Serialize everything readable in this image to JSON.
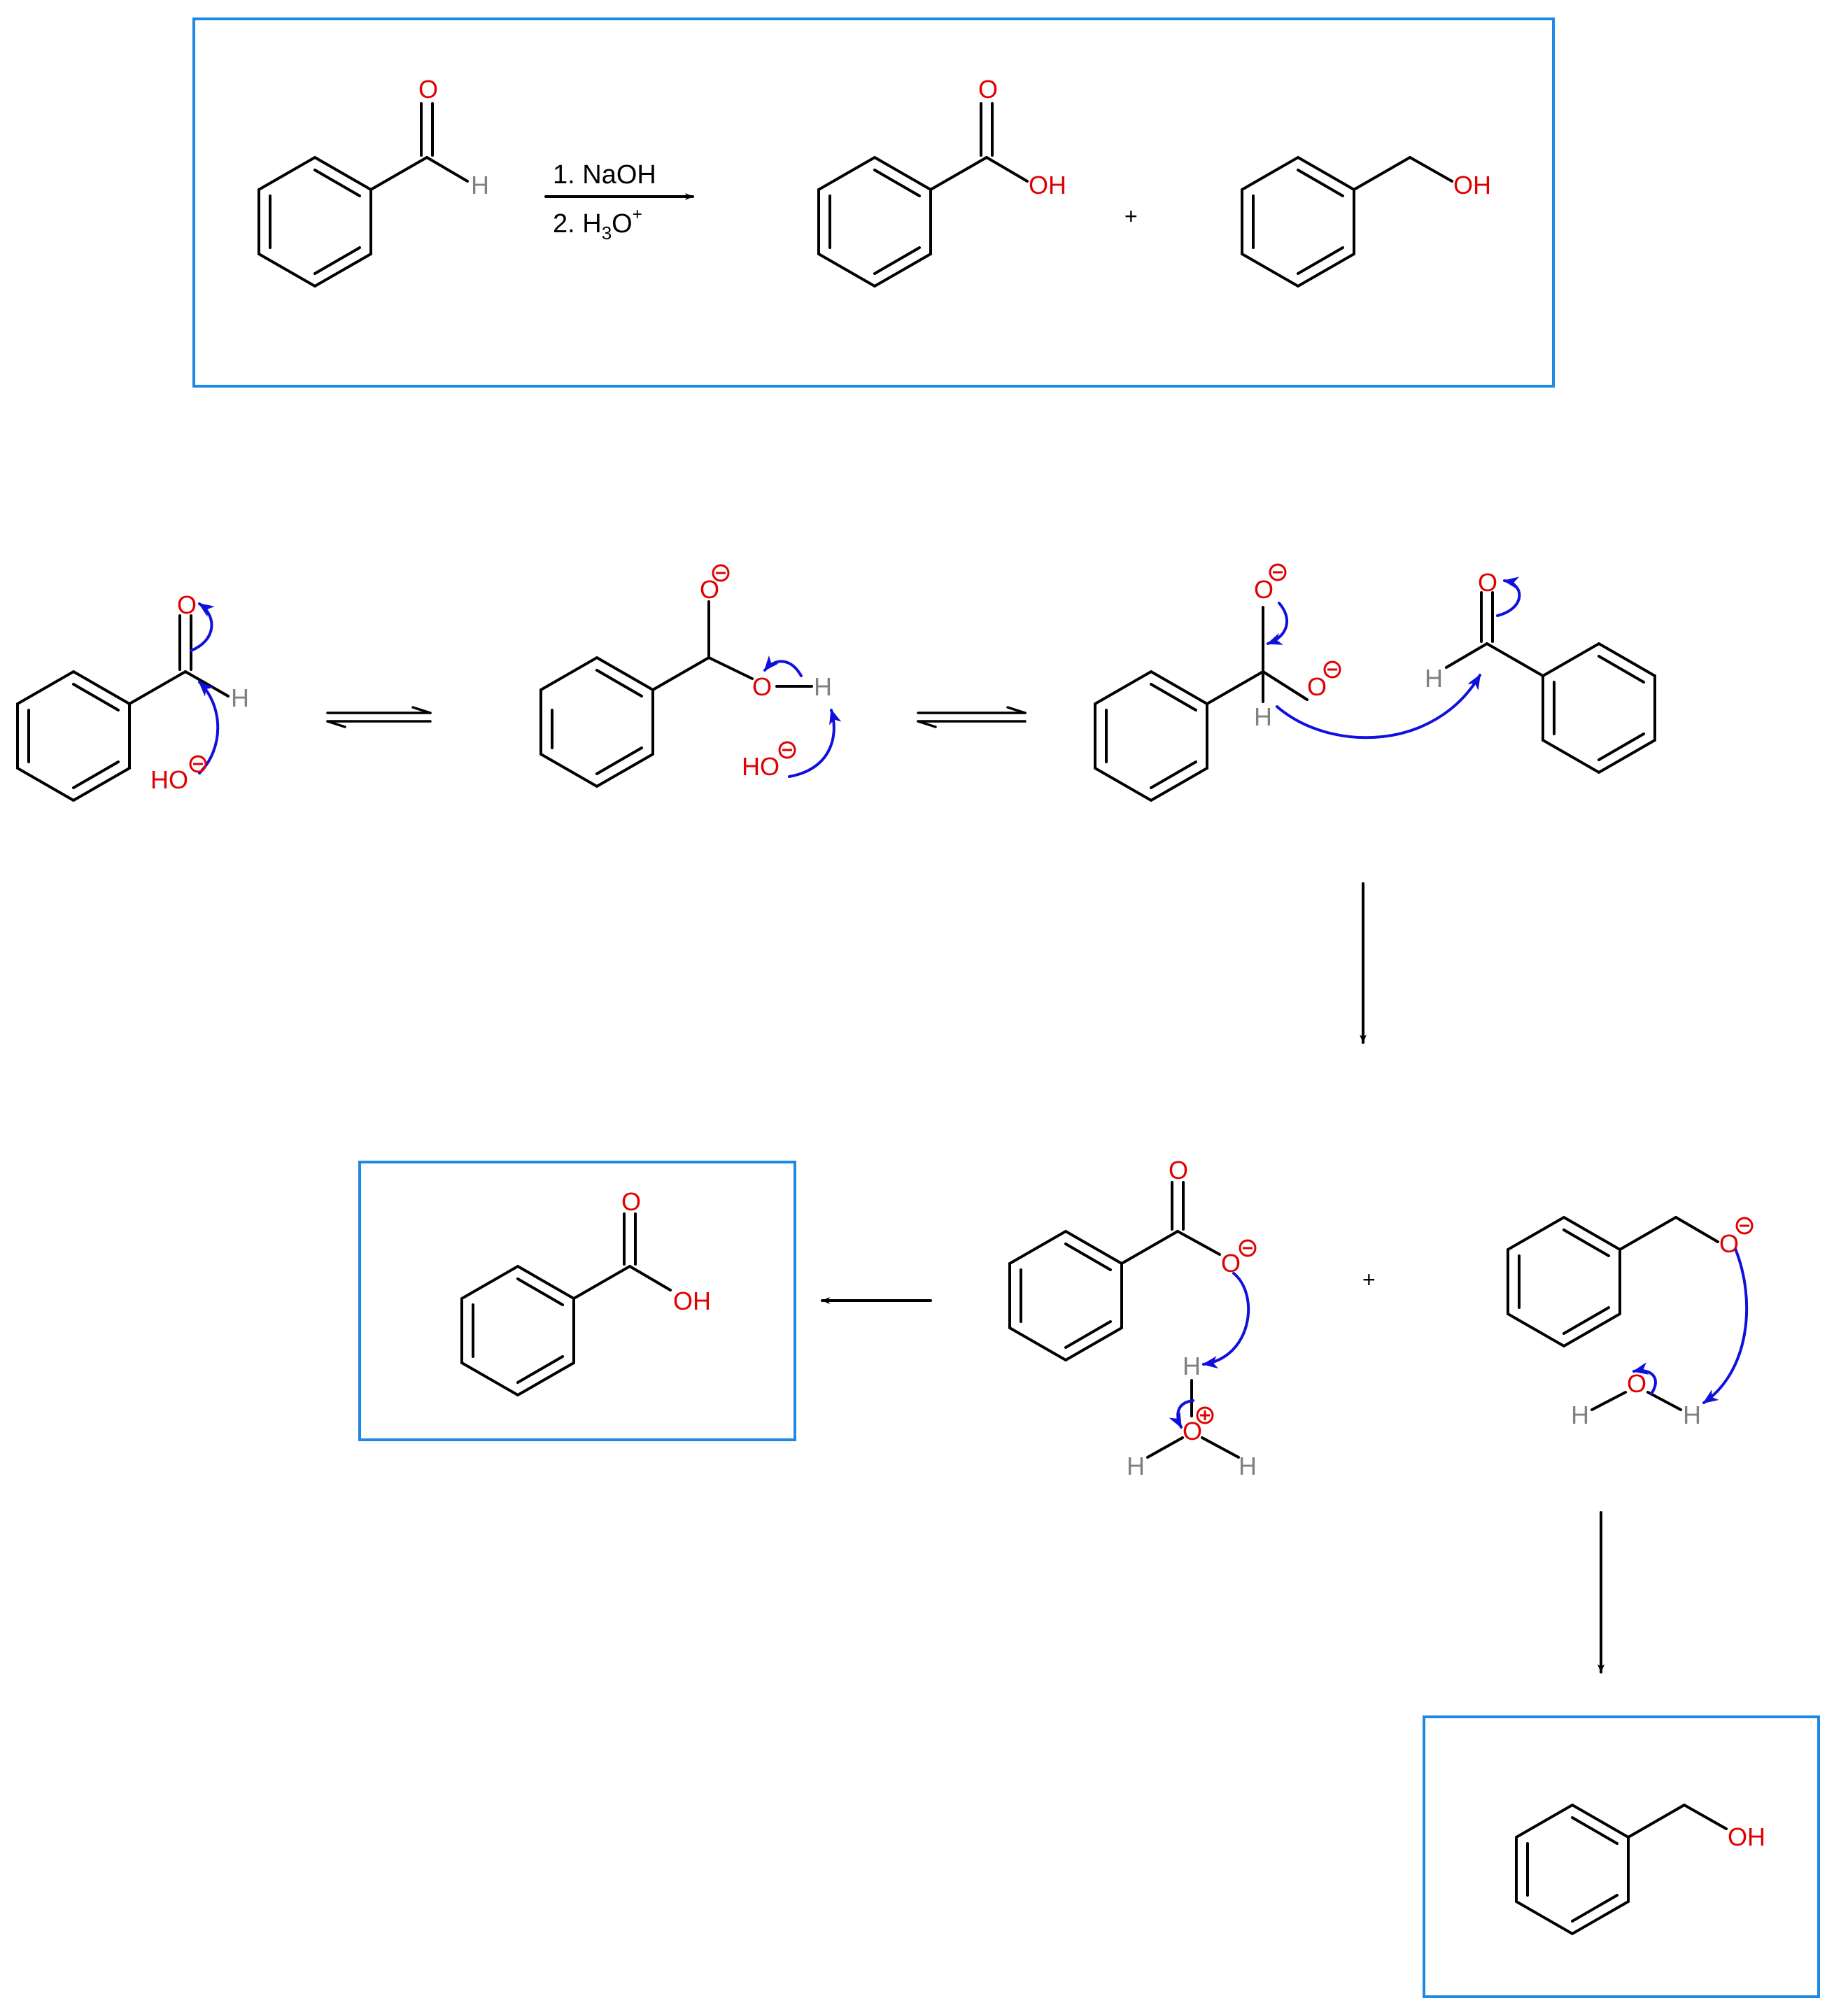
{
  "overall_reaction": {
    "reagent_step1": "1. NaOH",
    "reagent_step2_prefix": "2. H",
    "reagent_step2_sub": "3",
    "reagent_step2_suffix": "O",
    "reagent_step2_sup": "+",
    "plus_sign": "+"
  },
  "atoms": {
    "oxygen": "O",
    "hydrogen": "H",
    "hydroxyl": "OH",
    "hydroxide": "HO"
  },
  "mechanism": {
    "plus_sign": "+"
  },
  "colors": {
    "box_border": "#1e88e5",
    "arrow_push": "#1010dd",
    "oxygen_label": "#e00000",
    "hydrogen_label": "#808080",
    "bond": "#000000"
  }
}
